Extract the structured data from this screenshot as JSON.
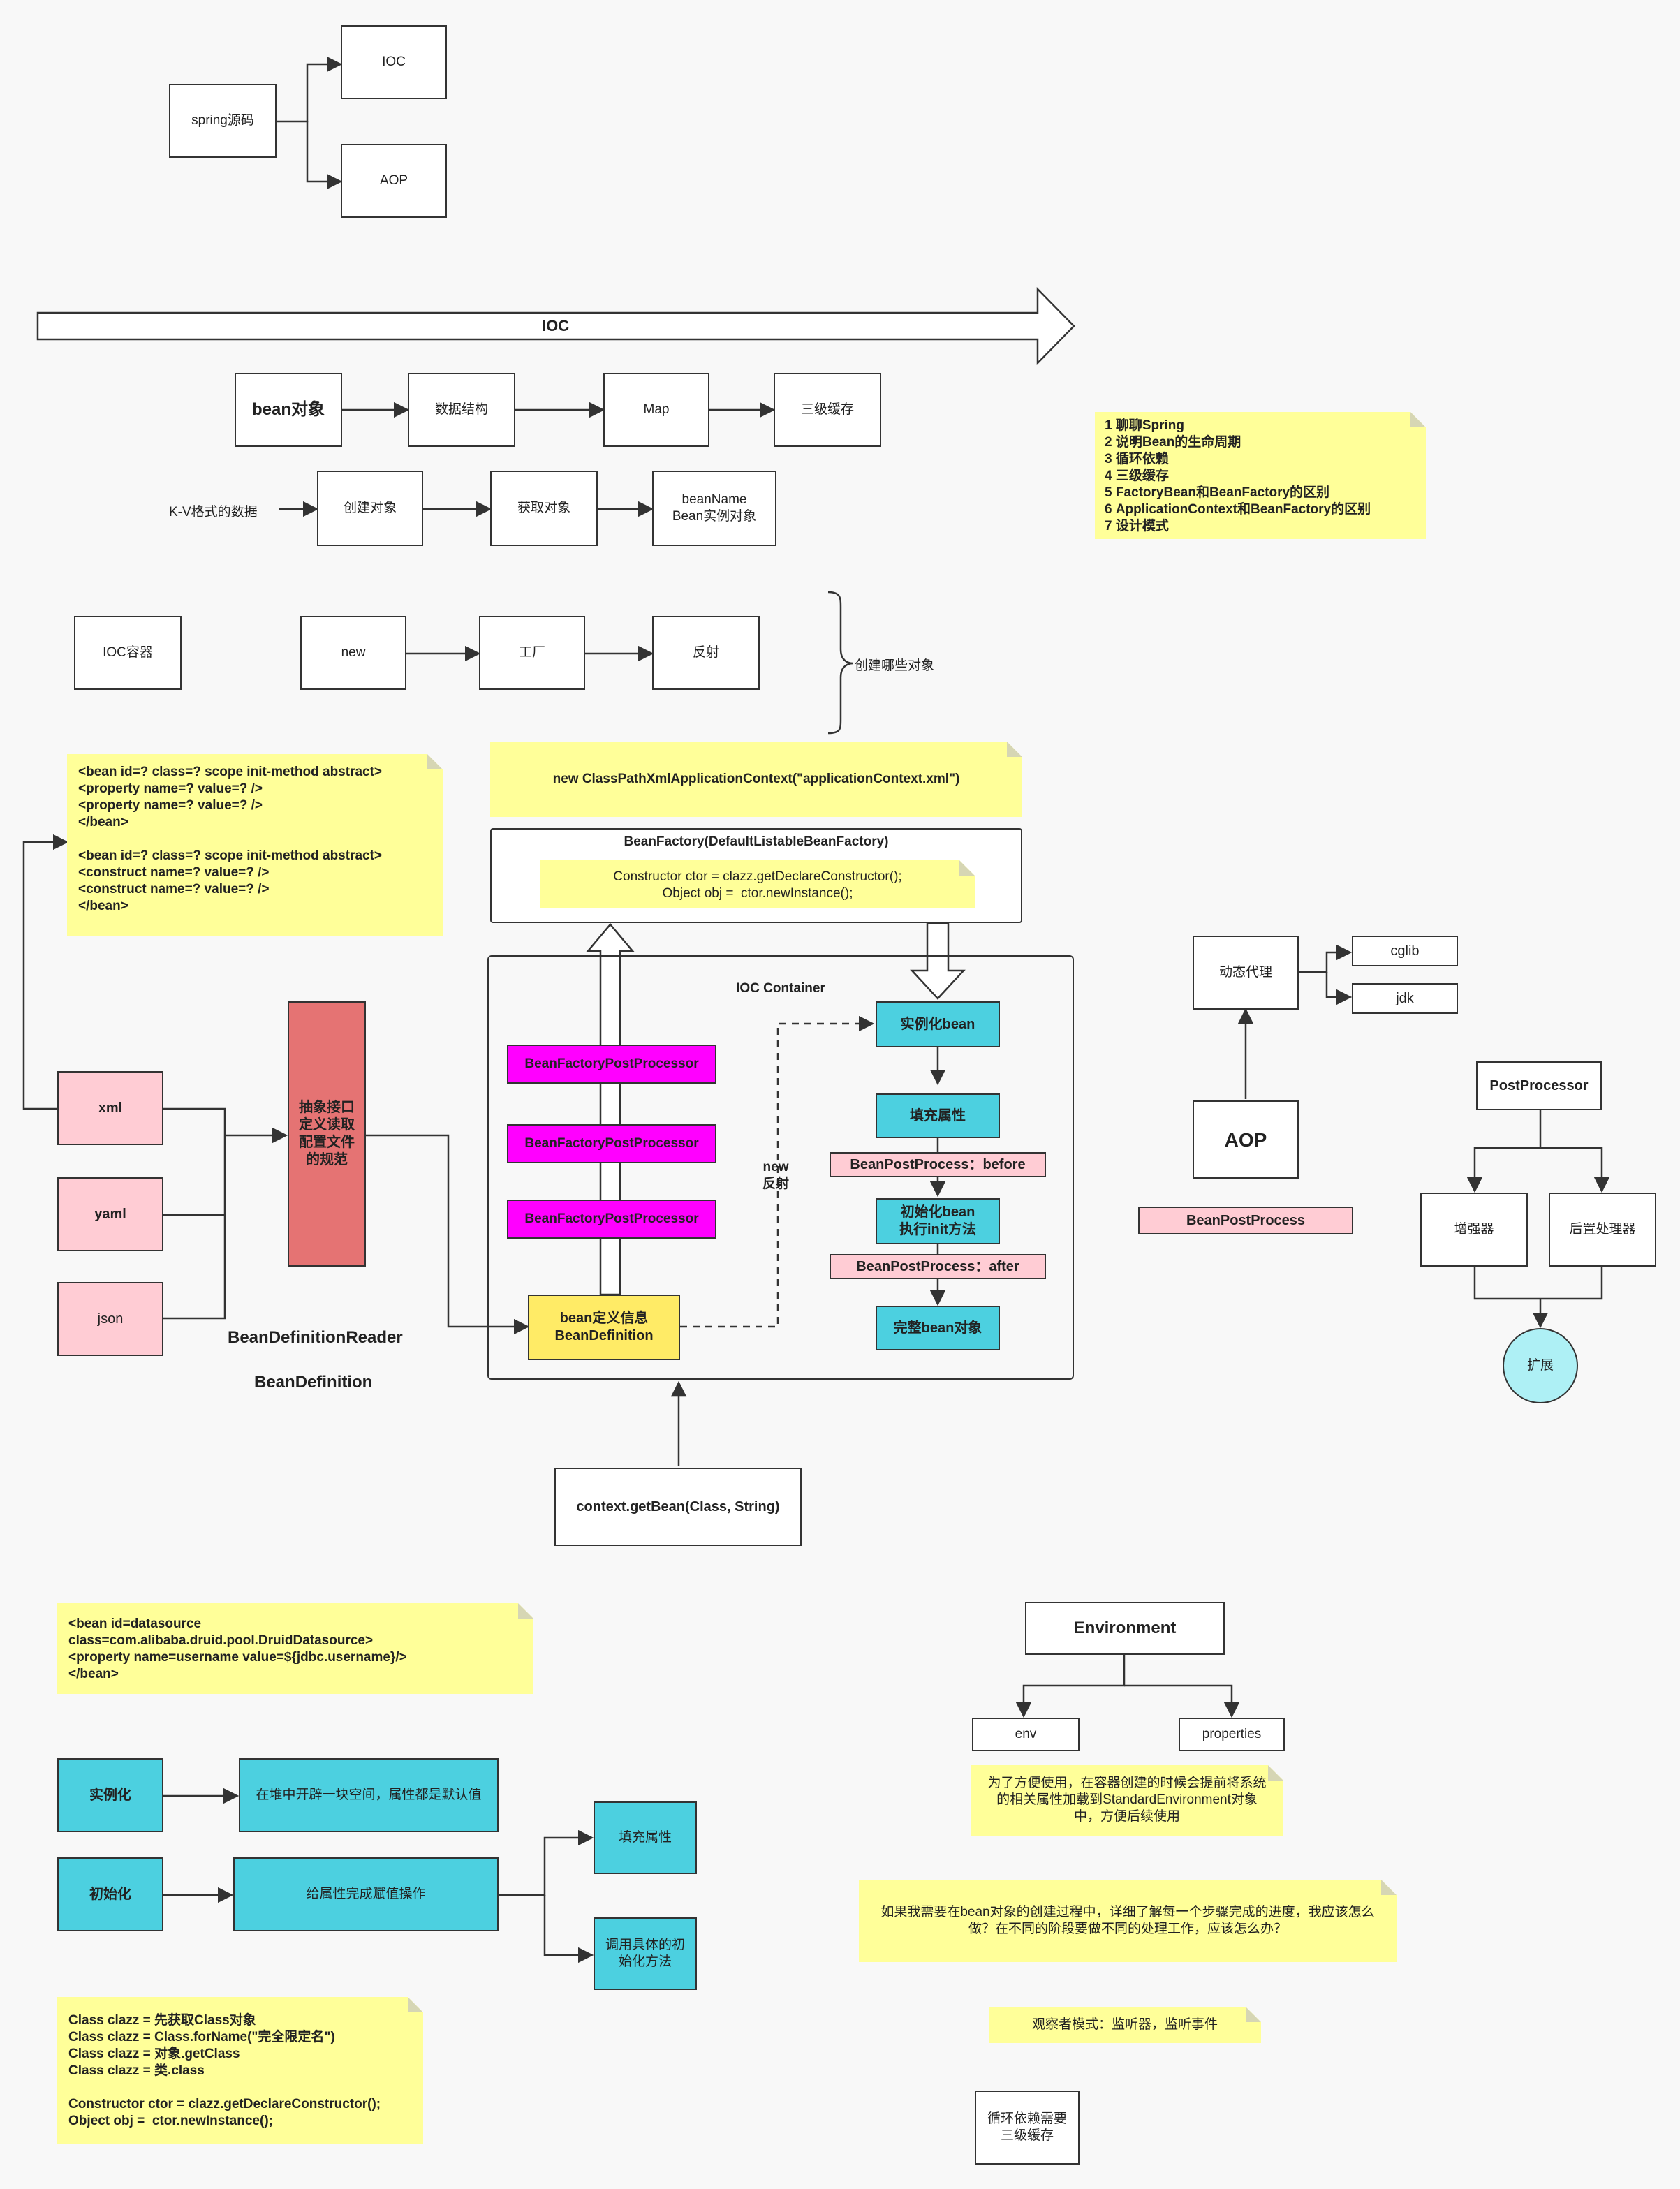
{
  "top": {
    "spring_src": "spring源码",
    "ioc": "IOC",
    "aop": "AOP"
  },
  "ioc_arrow": "IOC",
  "row1": {
    "bean_obj": "bean对象",
    "data_struct": "数据结构",
    "map": "Map",
    "cache": "三级缓存"
  },
  "row2": {
    "kv": "K-V格式的数据",
    "create": "创建对象",
    "get": "获取对象",
    "beanname_line1": "beanName",
    "beanname_line2": "Bean实例对象"
  },
  "row3": {
    "ioc_container": "IOC容器",
    "new": "new",
    "factory": "工厂",
    "reflect": "反射",
    "which": "创建哪些对象"
  },
  "topics_note": "1 聊聊Spring\n2 说明Bean的生命周期\n3 循环依赖\n4 三级缓存\n5 FactoryBean和BeanFactory的区别\n6 ApplicationContext和BeanFactory的区别\n7 设计模式",
  "xml_note": "<bean id=? class=? scope init-method abstract>\n<property name=? value=? />\n<property name=? value=? />\n</bean>\n\n<bean id=? class=? scope init-method abstract>\n<construct name=? value=? />\n<construct name=? value=? />\n</bean>",
  "context_note": "new ClassPathXmlApplicationContext(\"applicationContext.xml\")",
  "bean_factory": {
    "title": "BeanFactory(DefaultListableBeanFactory)",
    "code": "Constructor ctor = clazz.getDeclareConstructor();\nObject obj =  ctor.newInstance();"
  },
  "ioc_box": {
    "title": "IOC Container",
    "bfpp": "BeanFactoryPostProcessor",
    "bean_def_line1": "bean定义信息",
    "bean_def_line2": "BeanDefinition",
    "instantiate": "实例化bean",
    "fill": "填充属性",
    "bpp_before": "BeanPostProcess：before",
    "init_line1": "初始化bean",
    "init_line2": "执行init方法",
    "bpp_after": "BeanPostProcess：after",
    "complete": "完整bean对象",
    "new_reflect_line1": "new",
    "new_reflect_line2": "反射"
  },
  "sources": {
    "xml": "xml",
    "yaml": "yaml",
    "json": "json",
    "abstract": "抽象接口\n定义读取\n配置文件\n的规范",
    "reader": "BeanDefinitionReader",
    "definition": "BeanDefinition"
  },
  "get_bean": "context.getBean(Class, String)",
  "aop_section": {
    "proxy": "动态代理",
    "cglib": "cglib",
    "jdk": "jdk",
    "aop": "AOP",
    "bpp": "BeanPostProcess"
  },
  "post_processor": {
    "title": "PostProcessor",
    "enhancer": "增强器",
    "post": "后置处理器",
    "extend": "扩展"
  },
  "datasource_note": "<bean id=datasource\nclass=com.alibaba.druid.pool.DruidDatasource>\n<property name=username value=${jdbc.username}/>\n</bean>",
  "lifecycle": {
    "instantiate": "实例化",
    "instantiate_desc": "在堆中开辟一块空间，属性都是默认值",
    "init": "初始化",
    "init_desc": "给属性完成赋值操作",
    "fill": "填充属性",
    "call_init": "调用具体的初\n始化方法"
  },
  "class_note": "Class clazz = 先获取Class对象\nClass clazz = Class.forName(\"完全限定名\")\nClass clazz = 对象.getClass\nClass clazz = 类.class\n\nConstructor ctor = clazz.getDeclareConstructor();\nObject obj =  ctor.newInstance();",
  "environment": {
    "title": "Environment",
    "env": "env",
    "properties": "properties",
    "note": "为了方便使用，在容器创建的时候会提前将系统\n的相关属性加载到StandardEnvironment对象\n中，方便后续使用"
  },
  "question_note": "如果我需要在bean对象的创建过程中，详细了解每一个步骤完成的进度，我应该怎么\n做？在不同的阶段要做不同的处理工作，应该怎么办？",
  "observer_note": "观察者模式：监听器，监听事件",
  "circular": "循环依赖需要\n三级缓存"
}
